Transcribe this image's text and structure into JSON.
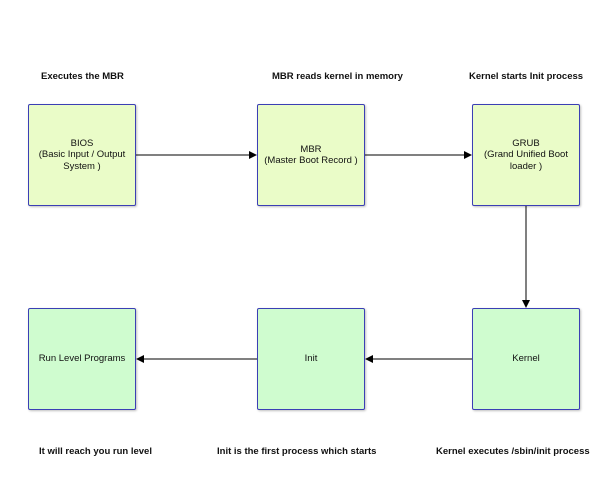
{
  "top_captions": {
    "bios": "Executes the MBR",
    "mbr": "MBR reads kernel in memory",
    "grub": "Kernel starts Init process"
  },
  "bottom_captions": {
    "runlevel": "It will reach you run level",
    "init": "Init is the first process which starts",
    "kernel": "Kernel executes /sbin/init process"
  },
  "nodes": {
    "bios": "BIOS\n(Basic Input / Output\nSystem )",
    "mbr": "MBR\n(Master Boot Record )",
    "grub": "GRUB\n(Grand Unified Boot\nloader )",
    "kernel": "Kernel",
    "init": "Init",
    "runlevel": "Run Level Programs"
  },
  "colors": {
    "top_fill": "#eafcc8",
    "bottom_fill": "#cffccf",
    "border": "#3b3fb5",
    "arrow": "#000000"
  }
}
